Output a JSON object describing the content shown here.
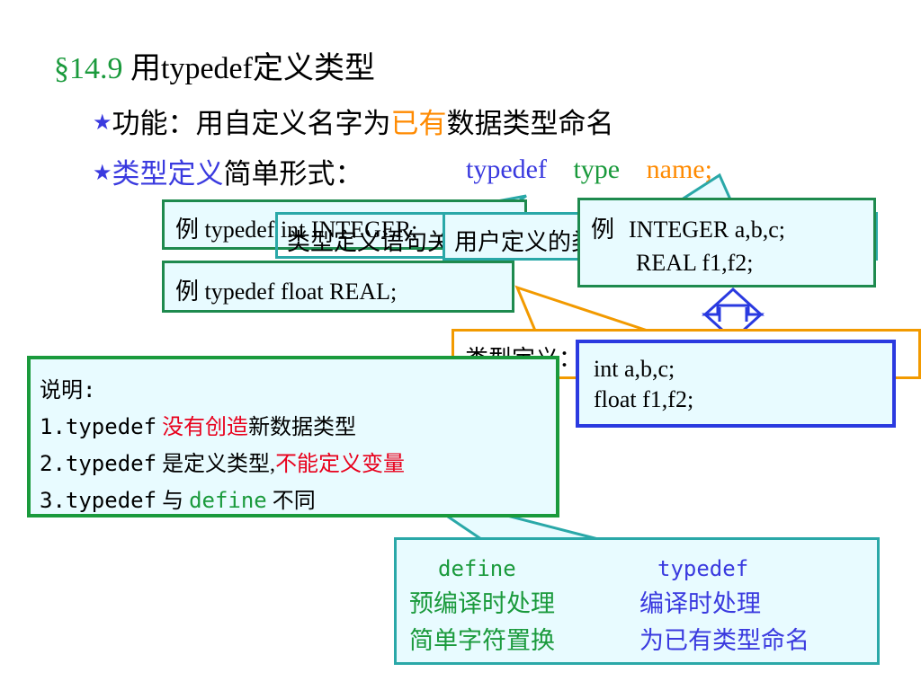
{
  "colors": {
    "green": "#1a9a3c",
    "blue": "#3a3adf",
    "orange": "#ff8a00",
    "red": "#e8001c",
    "teal_border": "#2aa8a8",
    "green_border": "#1e8a4e",
    "orange_border": "#f29a00",
    "blue_border": "#2a3ae0",
    "box_fill": "#e8fbff"
  },
  "title": {
    "section": "§14.9",
    "cjk": "用",
    "keyword": "typedef",
    "rest": "定义类型"
  },
  "bullets": [
    {
      "star": "★",
      "label": "功能：用自定义名字为",
      "highlight": "已有",
      "rest": "数据类型命名"
    },
    {
      "star": "★",
      "label": "类型定义",
      "rest": "简单形式：",
      "syntax": {
        "kw": "typedef",
        "type": "type",
        "name": "name;"
      }
    }
  ],
  "example1": "例  typedef  int  INTEGER;",
  "example2": "例  typedef  float    REAL;",
  "callout_keyword": "类型定义语句关键字",
  "callout_existing": "类型定义：已有数据类型名",
  "callout_newname": "用户定义的类型名",
  "example3": {
    "prefix": "例",
    "line1": "INTEGER   a,b,c;",
    "line2": "REAL    f1,f2;"
  },
  "equivalent": {
    "line1": "int   a,b,c;",
    "line2": "float    f1,f2;"
  },
  "notes": {
    "heading": "说明:",
    "items": [
      {
        "num": "1.",
        "kw": "typedef",
        "red": "没有创造",
        "rest": "新数据类型"
      },
      {
        "num": "2.",
        "kw": "typedef",
        "text": "是定义类型,",
        "red": "不能定义变量"
      },
      {
        "num": "3.",
        "kw": "typedef",
        "text": "与",
        "green": "define",
        "rest": "不同"
      }
    ]
  },
  "compare": {
    "col1_header": "define",
    "col2_header": "typedef",
    "rows": [
      {
        "c1": "预编译时处理",
        "c2": "编译时处理"
      },
      {
        "c1": "简单字符置换",
        "c2": "为已有类型命名"
      }
    ]
  }
}
